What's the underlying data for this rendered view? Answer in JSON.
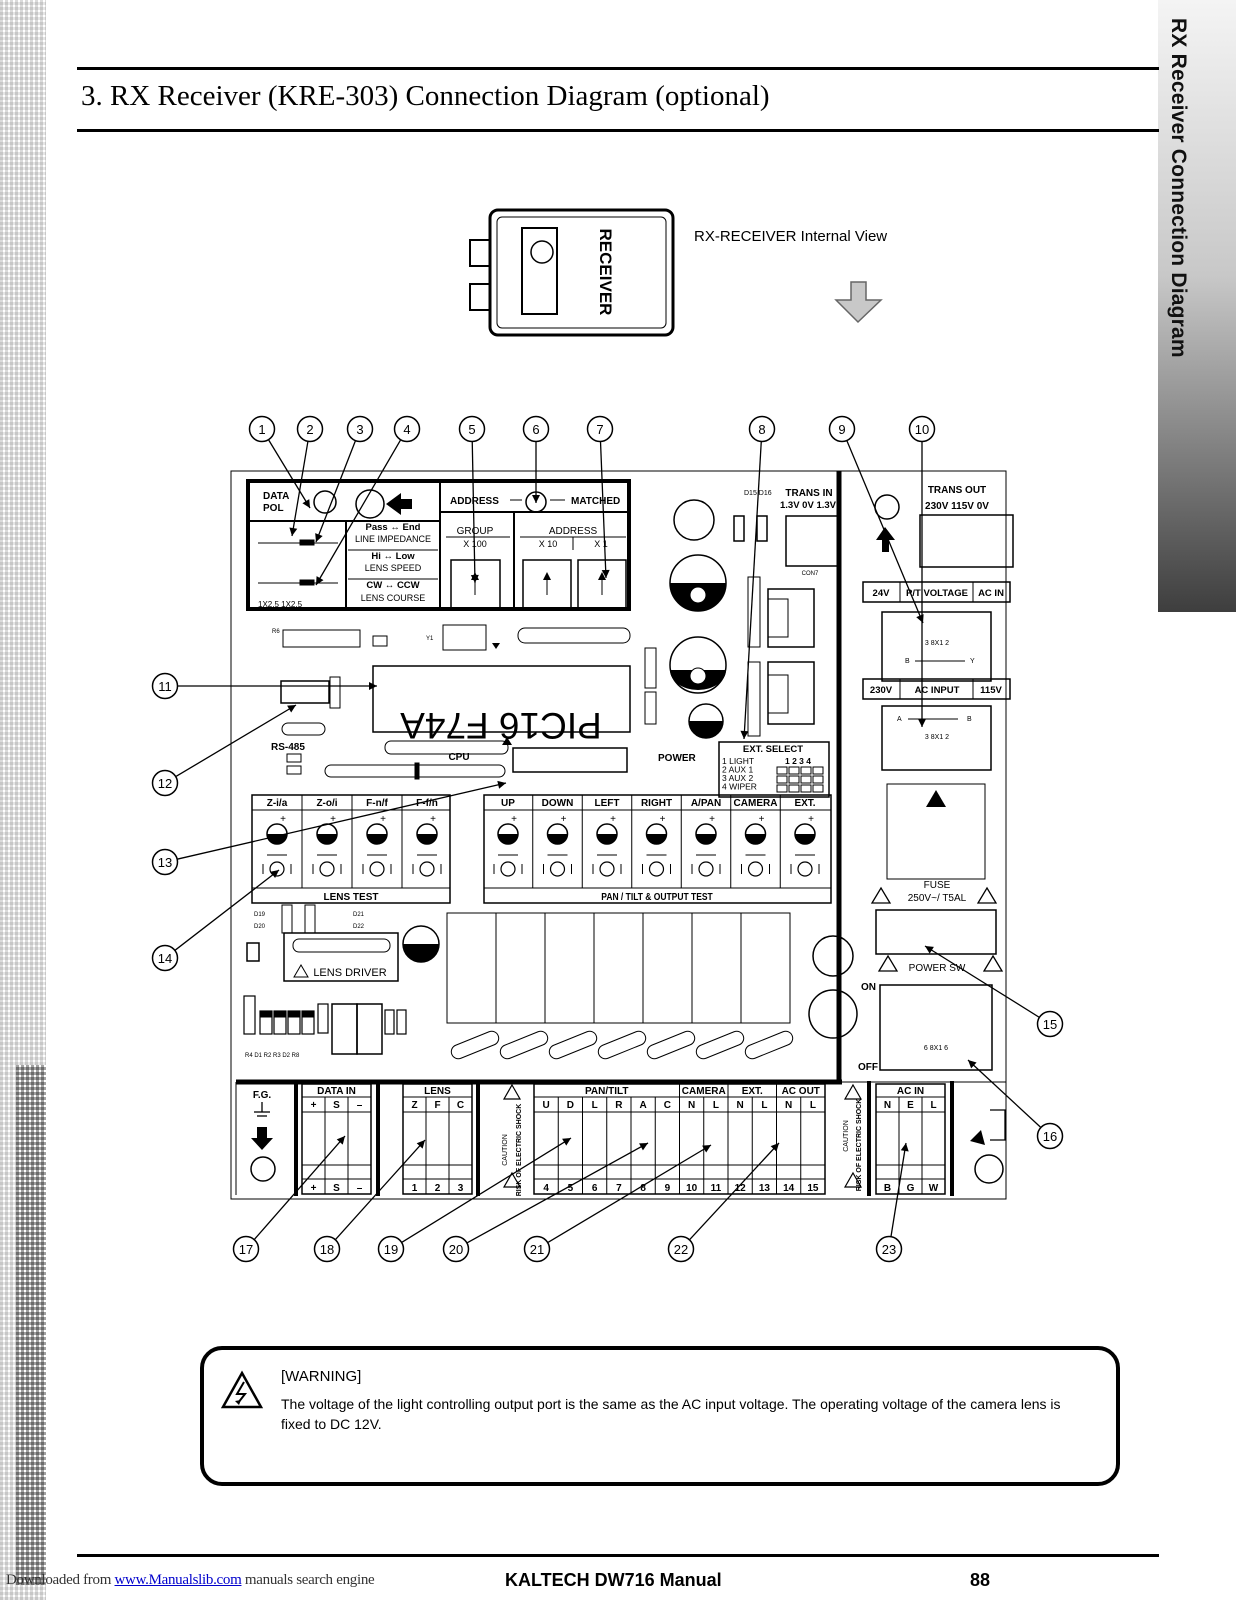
{
  "page": {
    "side_tab": "RX Receiver Connection Diagram",
    "title": "3. RX Receiver (KRE-303) Connection Diagram (optional)",
    "caption": "RX-RECEIVER  Internal View",
    "footer_download": "Downloaded from",
    "footer_site": "www.Manualslib.com",
    "footer_tail": " manuals search engine",
    "footer_manual": "KALTECH  DW716 Manual",
    "page_number": "88"
  },
  "warning": {
    "heading": "[WARNING]",
    "text": "The voltage of the light controlling output port is the same as the AC input voltage. The operating voltage of the camera lens is fixed to DC 12V."
  },
  "case_label": "RECEIVER",
  "callouts": [
    "1",
    "2",
    "3",
    "4",
    "5",
    "6",
    "7",
    "8",
    "9",
    "10",
    "11",
    "12",
    "13",
    "14",
    "15",
    "16",
    "17",
    "18",
    "19",
    "20",
    "21",
    "22",
    "23"
  ],
  "board": {
    "data_pol": [
      "DATA",
      "POL"
    ],
    "address": "ADDRESS",
    "matched": "MATCHED",
    "dip_rows": [
      "Pass ↔ End",
      "LINE IMPEDANCE",
      "Hi ↔ Low",
      "LENS SPEED",
      "CW ↔ CCW",
      "LENS COURSE"
    ],
    "dip_bottom": "1X2.5   1X2.5",
    "group": "GROUP",
    "group_x": "X 100",
    "addr_head": "ADDRESS",
    "addr_x10": "X 10",
    "addr_x1": "X 1",
    "trans_in": "TRANS IN",
    "trans_in_v": "1.3V 0V 1.3V",
    "trans_out": "TRANS OUT",
    "trans_out_v": "230V  115V   0V",
    "con7": "CON7",
    "pt_voltage": [
      "24V",
      "P/T VOLTAGE",
      "AC IN"
    ],
    "jumper1": "3 8X1 2",
    "jumper1_ends": [
      "B",
      "Y"
    ],
    "ac_input": [
      "230V",
      "AC INPUT",
      "115V"
    ],
    "jumper2": "3 8X1 2",
    "jumper2_ends": [
      "A",
      "B"
    ],
    "chip": "PIC16 F74A",
    "rs485": "RS-485",
    "cpu": "CPU",
    "power": "POWER",
    "ext_select": "EXT. SELECT",
    "ext_items": [
      "1 LIGHT",
      "2 AUX 1",
      "3 AUX 2",
      "4 WIPER"
    ],
    "ext_cols": "1 2 3 4",
    "lens_buttons": [
      "Z-i/a",
      "Z-o/i",
      "F-n/f",
      "F-f/n"
    ],
    "pt_buttons": [
      "UP",
      "DOWN",
      "LEFT",
      "RIGHT",
      "A/PAN",
      "CAMERA",
      "EXT."
    ],
    "lens_test": "LENS TEST",
    "pt_test": "PAN / TILT & OUTPUT TEST",
    "lens_driver": "LENS DRIVER",
    "fuse": "FUSE",
    "fuse_rating": "250V~/ T5AL",
    "power_sw": "POWER SW",
    "on": "ON",
    "off": "OFF",
    "sw_label": "6 8X1 6",
    "fg": "F.G.",
    "data_in": "DATA IN",
    "data_in_top": [
      "+",
      "S",
      "–"
    ],
    "data_in_bot": [
      "+",
      "S",
      "–"
    ],
    "lens_term": "LENS",
    "lens_top": [
      "Z",
      "F",
      "C"
    ],
    "lens_bot": [
      "1",
      "2",
      "3"
    ],
    "pantilt": "PAN/TILT",
    "pantilt_top": [
      "U",
      "D",
      "L",
      "R",
      "A",
      "C"
    ],
    "camera": "CAMERA",
    "camera_top": [
      "N",
      "L"
    ],
    "ext": "EXT.",
    "ext_top": [
      "N",
      "L"
    ],
    "ac_out": "AC OUT",
    "ac_out_top": [
      "N",
      "L"
    ],
    "out_bot": [
      "4",
      "5",
      "6",
      "7",
      "8",
      "9",
      "10",
      "11",
      "12",
      "13",
      "14",
      "15"
    ],
    "caution": "CAUTION",
    "shock": "RISK OF ELECTRIC SHOCK",
    "ac_in": "AC IN",
    "ac_in_top": [
      "N",
      "E",
      "L"
    ],
    "ac_in_bot": [
      "B",
      "G",
      "W"
    ]
  }
}
